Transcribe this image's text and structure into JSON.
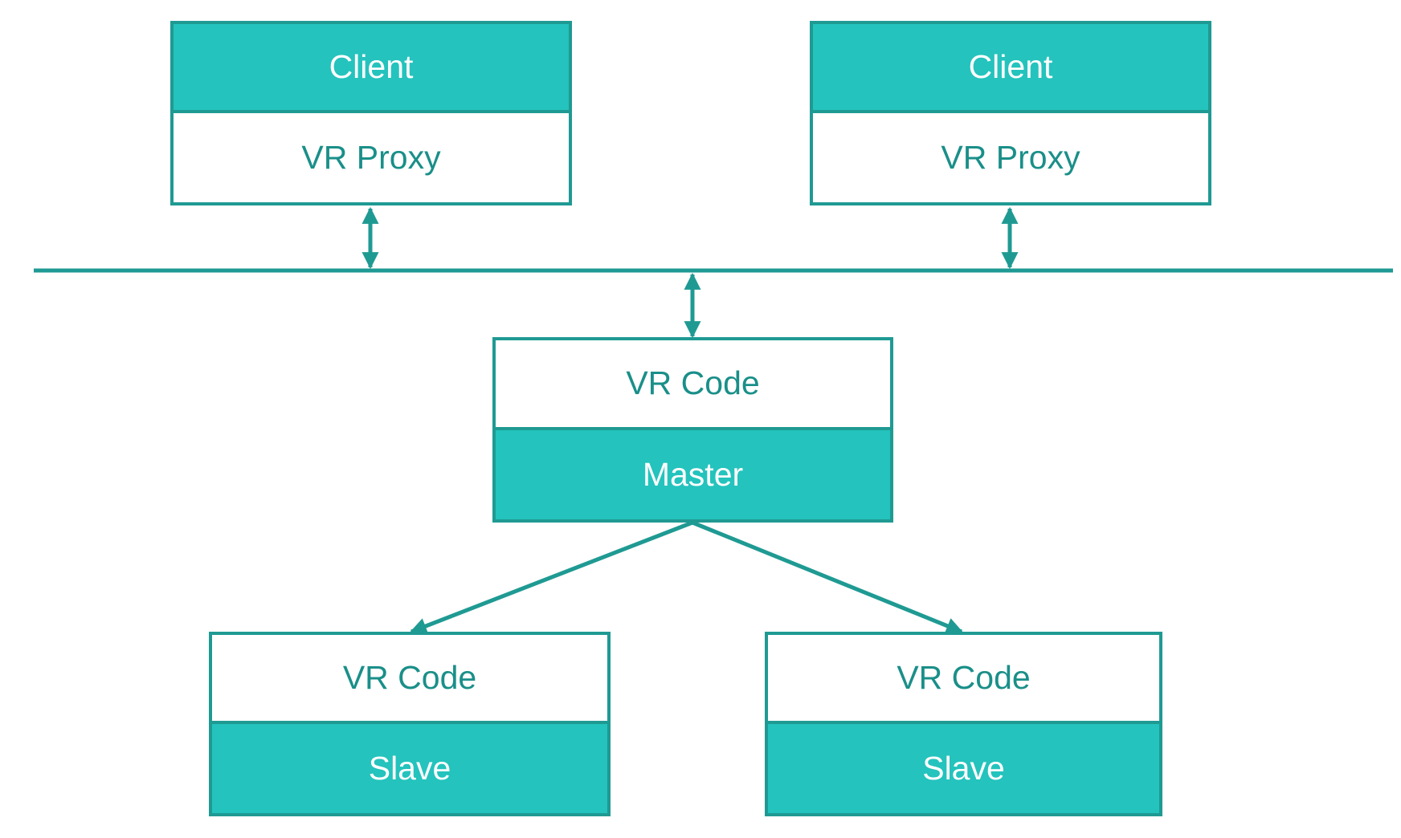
{
  "colors": {
    "line": "#1f9a93",
    "fill": "#24c3bd",
    "text_on_fill": "#ffffff",
    "text_plain": "#1a8f89"
  },
  "nodes": {
    "client_left": {
      "top_label": "Client",
      "bottom_label": "VR Proxy"
    },
    "client_right": {
      "top_label": "Client",
      "bottom_label": "VR Proxy"
    },
    "master": {
      "top_label": "VR Code",
      "bottom_label": "Master"
    },
    "slave_left": {
      "top_label": "VR Code",
      "bottom_label": "Slave"
    },
    "slave_right": {
      "top_label": "VR Code",
      "bottom_label": "Slave"
    }
  },
  "edges": [
    {
      "from": "client_left",
      "to": "bus",
      "arrows": "both"
    },
    {
      "from": "client_right",
      "to": "bus",
      "arrows": "both"
    },
    {
      "from": "bus",
      "to": "master",
      "arrows": "both"
    },
    {
      "from": "master",
      "to": "slave_left",
      "arrows": "end"
    },
    {
      "from": "master",
      "to": "slave_right",
      "arrows": "end"
    }
  ]
}
